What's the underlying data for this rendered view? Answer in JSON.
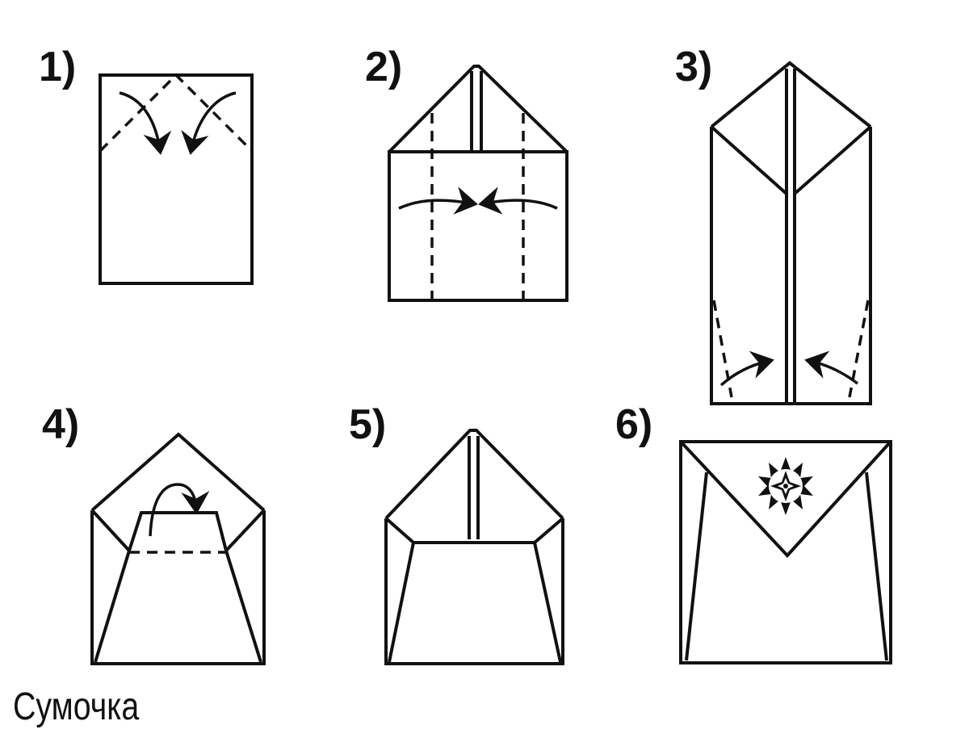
{
  "title": "Сумочка",
  "steps": [
    {
      "label": "1)"
    },
    {
      "label": "2)"
    },
    {
      "label": "3)"
    },
    {
      "label": "4)"
    },
    {
      "label": "5)"
    },
    {
      "label": "6)"
    }
  ]
}
